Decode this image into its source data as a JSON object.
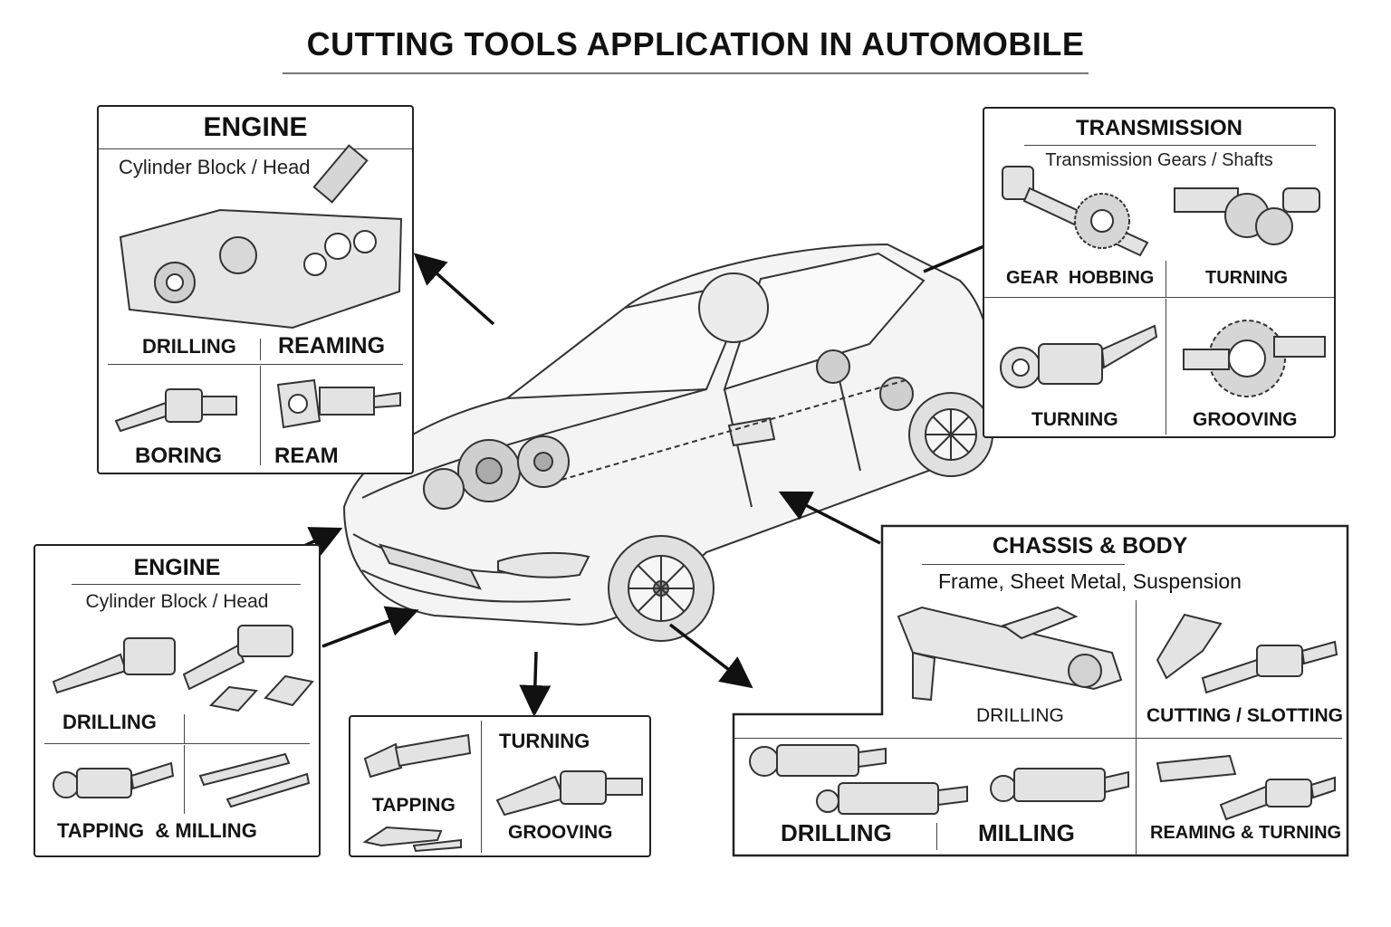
{
  "title": "CUTTING TOOLS APPLICATION IN AUTOMOBILE",
  "colors": {
    "ink": "#1a1a1a",
    "line": "#444444",
    "background": "#ffffff",
    "art_fill": "#e6e6e6"
  },
  "panels": {
    "engine_top": {
      "title": "ENGINE",
      "subtitle": "Cylinder Block / Head",
      "labels": [
        "DRILLING",
        "REAMING",
        "BORING",
        "REAM"
      ]
    },
    "transmission": {
      "title": "TRANSMISSION",
      "subtitle": "Transmission Gears / Shafts",
      "labels": [
        "GEAR  HOBBING",
        "TURNING",
        "TURNING",
        "GROOVING"
      ]
    },
    "engine_bottom": {
      "title": "ENGINE",
      "subtitle": "Cylinder Block / Head",
      "labels": [
        "DRILLING",
        "TAPPING  & MILLING"
      ]
    },
    "middle": {
      "labels": [
        "TURNING",
        "TAPPING",
        "GROOVING"
      ]
    },
    "chassis": {
      "title": "CHASSIS & BODY",
      "subtitle": "Frame, Sheet Metal, Suspension",
      "labels": [
        "DRILLING",
        "CUTTING / SLOTTING",
        "DRILLING",
        "MILLING",
        "REAMING & TURNING"
      ]
    }
  },
  "icons": [
    "engine-block-icon",
    "drill-bit-icon",
    "reamer-icon",
    "boring-bar-icon",
    "gear-shaft-icon",
    "gear-icon",
    "milling-cutter-icon",
    "insert-icon",
    "tap-icon",
    "frame-icon",
    "car-illustration",
    "arrow-icon"
  ]
}
